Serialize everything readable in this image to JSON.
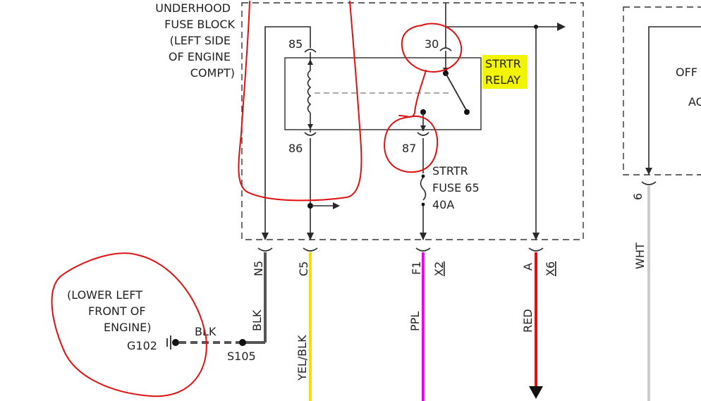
{
  "fuse_block": {
    "title_lines": [
      "UNDERHOOD",
      "FUSE BLOCK",
      "(LEFT SIDE",
      "OF ENGINE",
      "COMPT)"
    ],
    "fill": "#e4eef6"
  },
  "relay": {
    "name_lines": [
      "STRTR",
      "RELAY"
    ],
    "highlight": "#f3f500",
    "pins": {
      "p85": "85",
      "p86": "86",
      "p30": "30",
      "p87": "87"
    }
  },
  "fuse": {
    "lines": [
      "STRTR",
      "FUSE 65",
      "40A"
    ]
  },
  "connectors": {
    "n5": "N5",
    "c5": "C5",
    "f1": "F1",
    "x2": "X2",
    "a": "A",
    "x6": "X6",
    "pin6": "6"
  },
  "wires": {
    "blk_vertical": "BLK",
    "blk_horizontal": "BLK",
    "yel_blk": "YEL/BLK",
    "ppl": "PPL",
    "red": "RED",
    "wht": "WHT"
  },
  "wire_colors": {
    "yel": "#f0e000",
    "ppl": "#f000f0",
    "red": "#e01010",
    "wht": "#cccccc",
    "blk": "#555555"
  },
  "ground": {
    "location_lines": [
      "(LOWER LEFT",
      "FRONT OF",
      "ENGINE)"
    ],
    "g102": "G102",
    "s105": "S105"
  },
  "right_box": {
    "lines": [
      "OFF",
      "AC"
    ]
  },
  "annotation_color": "#e01010"
}
